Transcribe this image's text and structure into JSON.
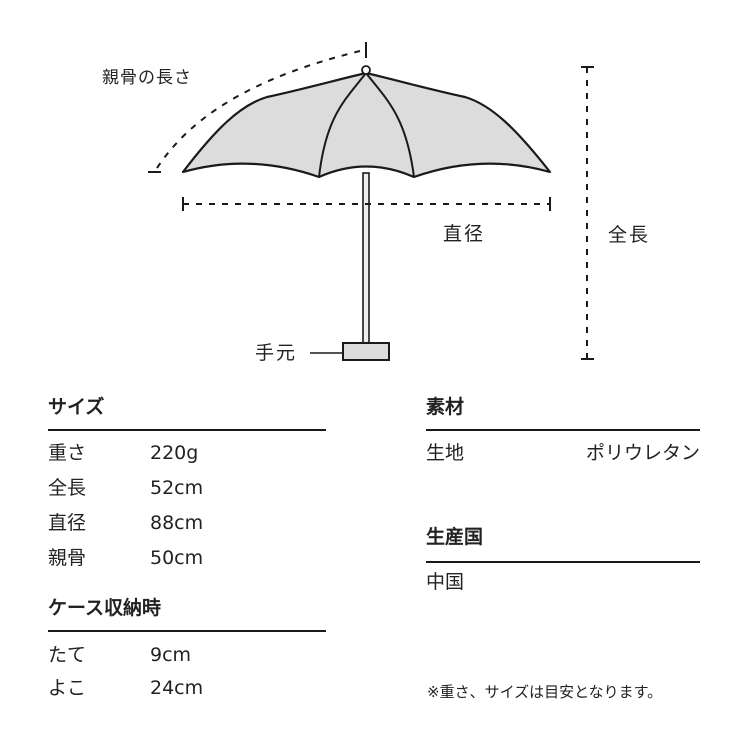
{
  "colors": {
    "text": "#222222",
    "canopy_fill": "#dcdcdc",
    "line": "#1a1a1a"
  },
  "diagram": {
    "rib_length_label": "親骨の長さ",
    "diameter_label": "直径",
    "total_length_label": "全長",
    "handle_label": "手元"
  },
  "size_section": {
    "title": "サイズ",
    "rows": [
      {
        "label": "重さ",
        "value": "220g"
      },
      {
        "label": "全長",
        "value": "52cm"
      },
      {
        "label": "直径",
        "value": "88cm"
      },
      {
        "label": "親骨",
        "value": "50cm"
      }
    ]
  },
  "case_section": {
    "title": "ケース収納時",
    "rows": [
      {
        "label": "たて",
        "value": "9cm"
      },
      {
        "label": "よこ",
        "value": "24cm"
      }
    ]
  },
  "material_section": {
    "title": "素材",
    "rows": [
      {
        "label": "生地",
        "value": "ポリウレタン"
      }
    ]
  },
  "origin_section": {
    "title": "生産国",
    "value": "中国"
  },
  "note": "※重さ、サイズは目安となります。"
}
